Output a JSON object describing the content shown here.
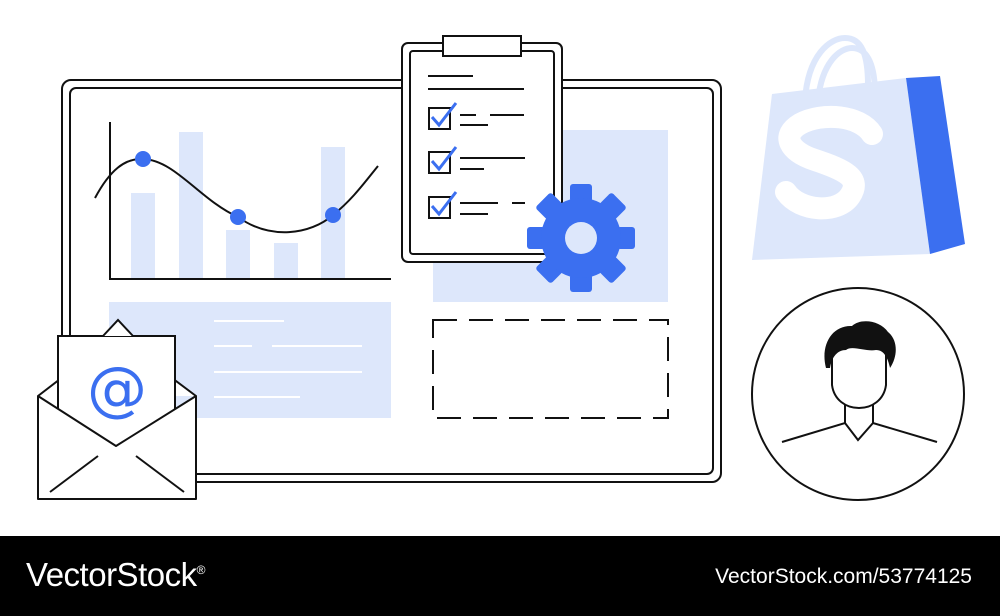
{
  "colors": {
    "accent_blue": "#3b6ff0",
    "light_blue": "#dde7fb",
    "line": "#111111",
    "footer_bg": "#000000",
    "footer_text": "#ffffff"
  },
  "icons": [
    "clipboard-icon",
    "gear-icon",
    "shopping-bag-icon",
    "at-sign-icon",
    "envelope-icon",
    "user-avatar-icon"
  ],
  "email": {
    "glyph": "@"
  },
  "checklist": {
    "checked_items": 3
  },
  "footer": {
    "brand": "VectorStock",
    "brand_mark": "®",
    "image_id": "VectorStock.com/53774125"
  }
}
